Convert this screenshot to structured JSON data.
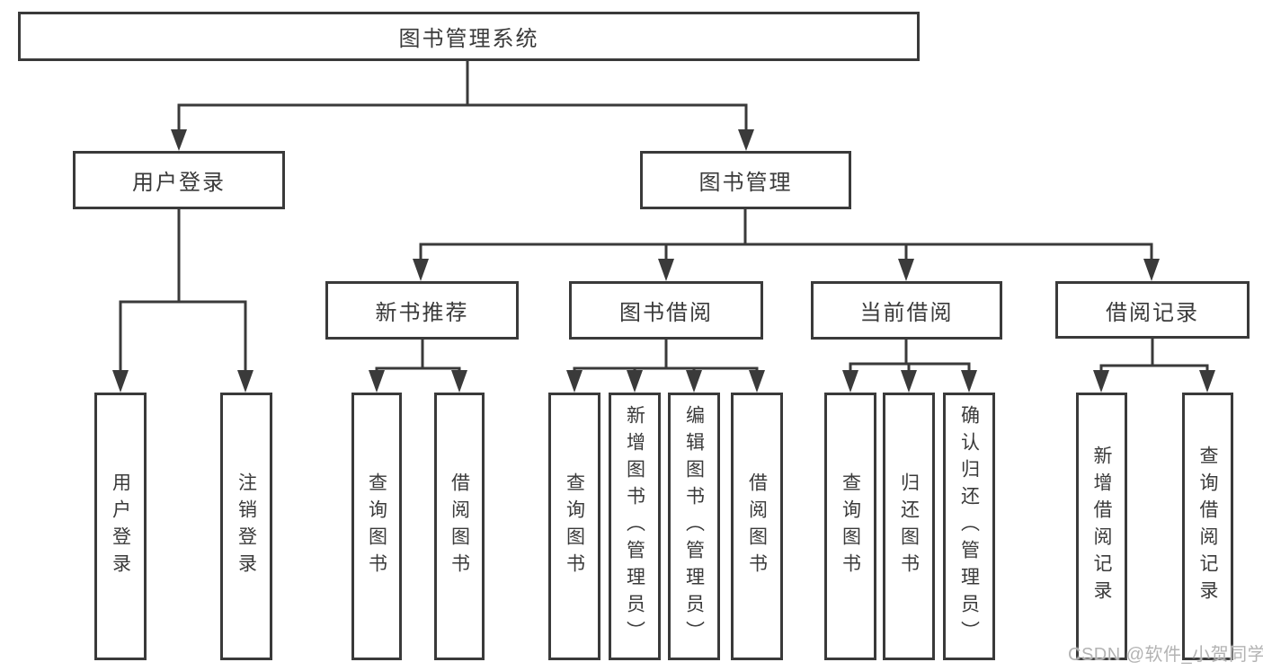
{
  "tree": {
    "root": {
      "id": "library-management-system",
      "label": "图书管理系统",
      "children": [
        {
          "id": "user-login",
          "label": "用户登录",
          "children": [
            {
              "id": "user-login-leaf",
              "label": "用户登录"
            },
            {
              "id": "logout",
              "label": "注销登录"
            }
          ]
        },
        {
          "id": "book-management",
          "label": "图书管理",
          "children": [
            {
              "id": "new-book-recommendation",
              "label": "新书推荐",
              "children": [
                {
                  "id": "query-books",
                  "label": "查询图书"
                },
                {
                  "id": "borrow-books",
                  "label": "借阅图书"
                }
              ]
            },
            {
              "id": "book-borrowing",
              "label": "图书借阅",
              "children": [
                {
                  "id": "query-books",
                  "label": "查询图书"
                },
                {
                  "id": "add-books-admin",
                  "label": "新增图书（管理员）"
                },
                {
                  "id": "edit-books-admin",
                  "label": "编辑图书（管理员）"
                },
                {
                  "id": "borrow-books",
                  "label": "借阅图书"
                }
              ]
            },
            {
              "id": "current-borrowing",
              "label": "当前借阅",
              "children": [
                {
                  "id": "query-books",
                  "label": "查询图书"
                },
                {
                  "id": "return-books",
                  "label": "归还图书"
                },
                {
                  "id": "confirm-return-admin",
                  "label": "确认归还（管理员）"
                }
              ]
            },
            {
              "id": "borrowing-records",
              "label": "借阅记录",
              "children": [
                {
                  "id": "add-borrow-record",
                  "label": "新增借阅记录"
                },
                {
                  "id": "query-borrow-record",
                  "label": "查询借阅记录"
                }
              ]
            }
          ]
        }
      ]
    }
  },
  "watermark": {
    "text": "CSDN @软件_小贺同学"
  },
  "colors": {
    "line": "#3a3a3a",
    "box_border": "#3a3a3a",
    "text": "#3a3a3a",
    "background": "#ffffff",
    "watermark": "#b3b3b3"
  }
}
